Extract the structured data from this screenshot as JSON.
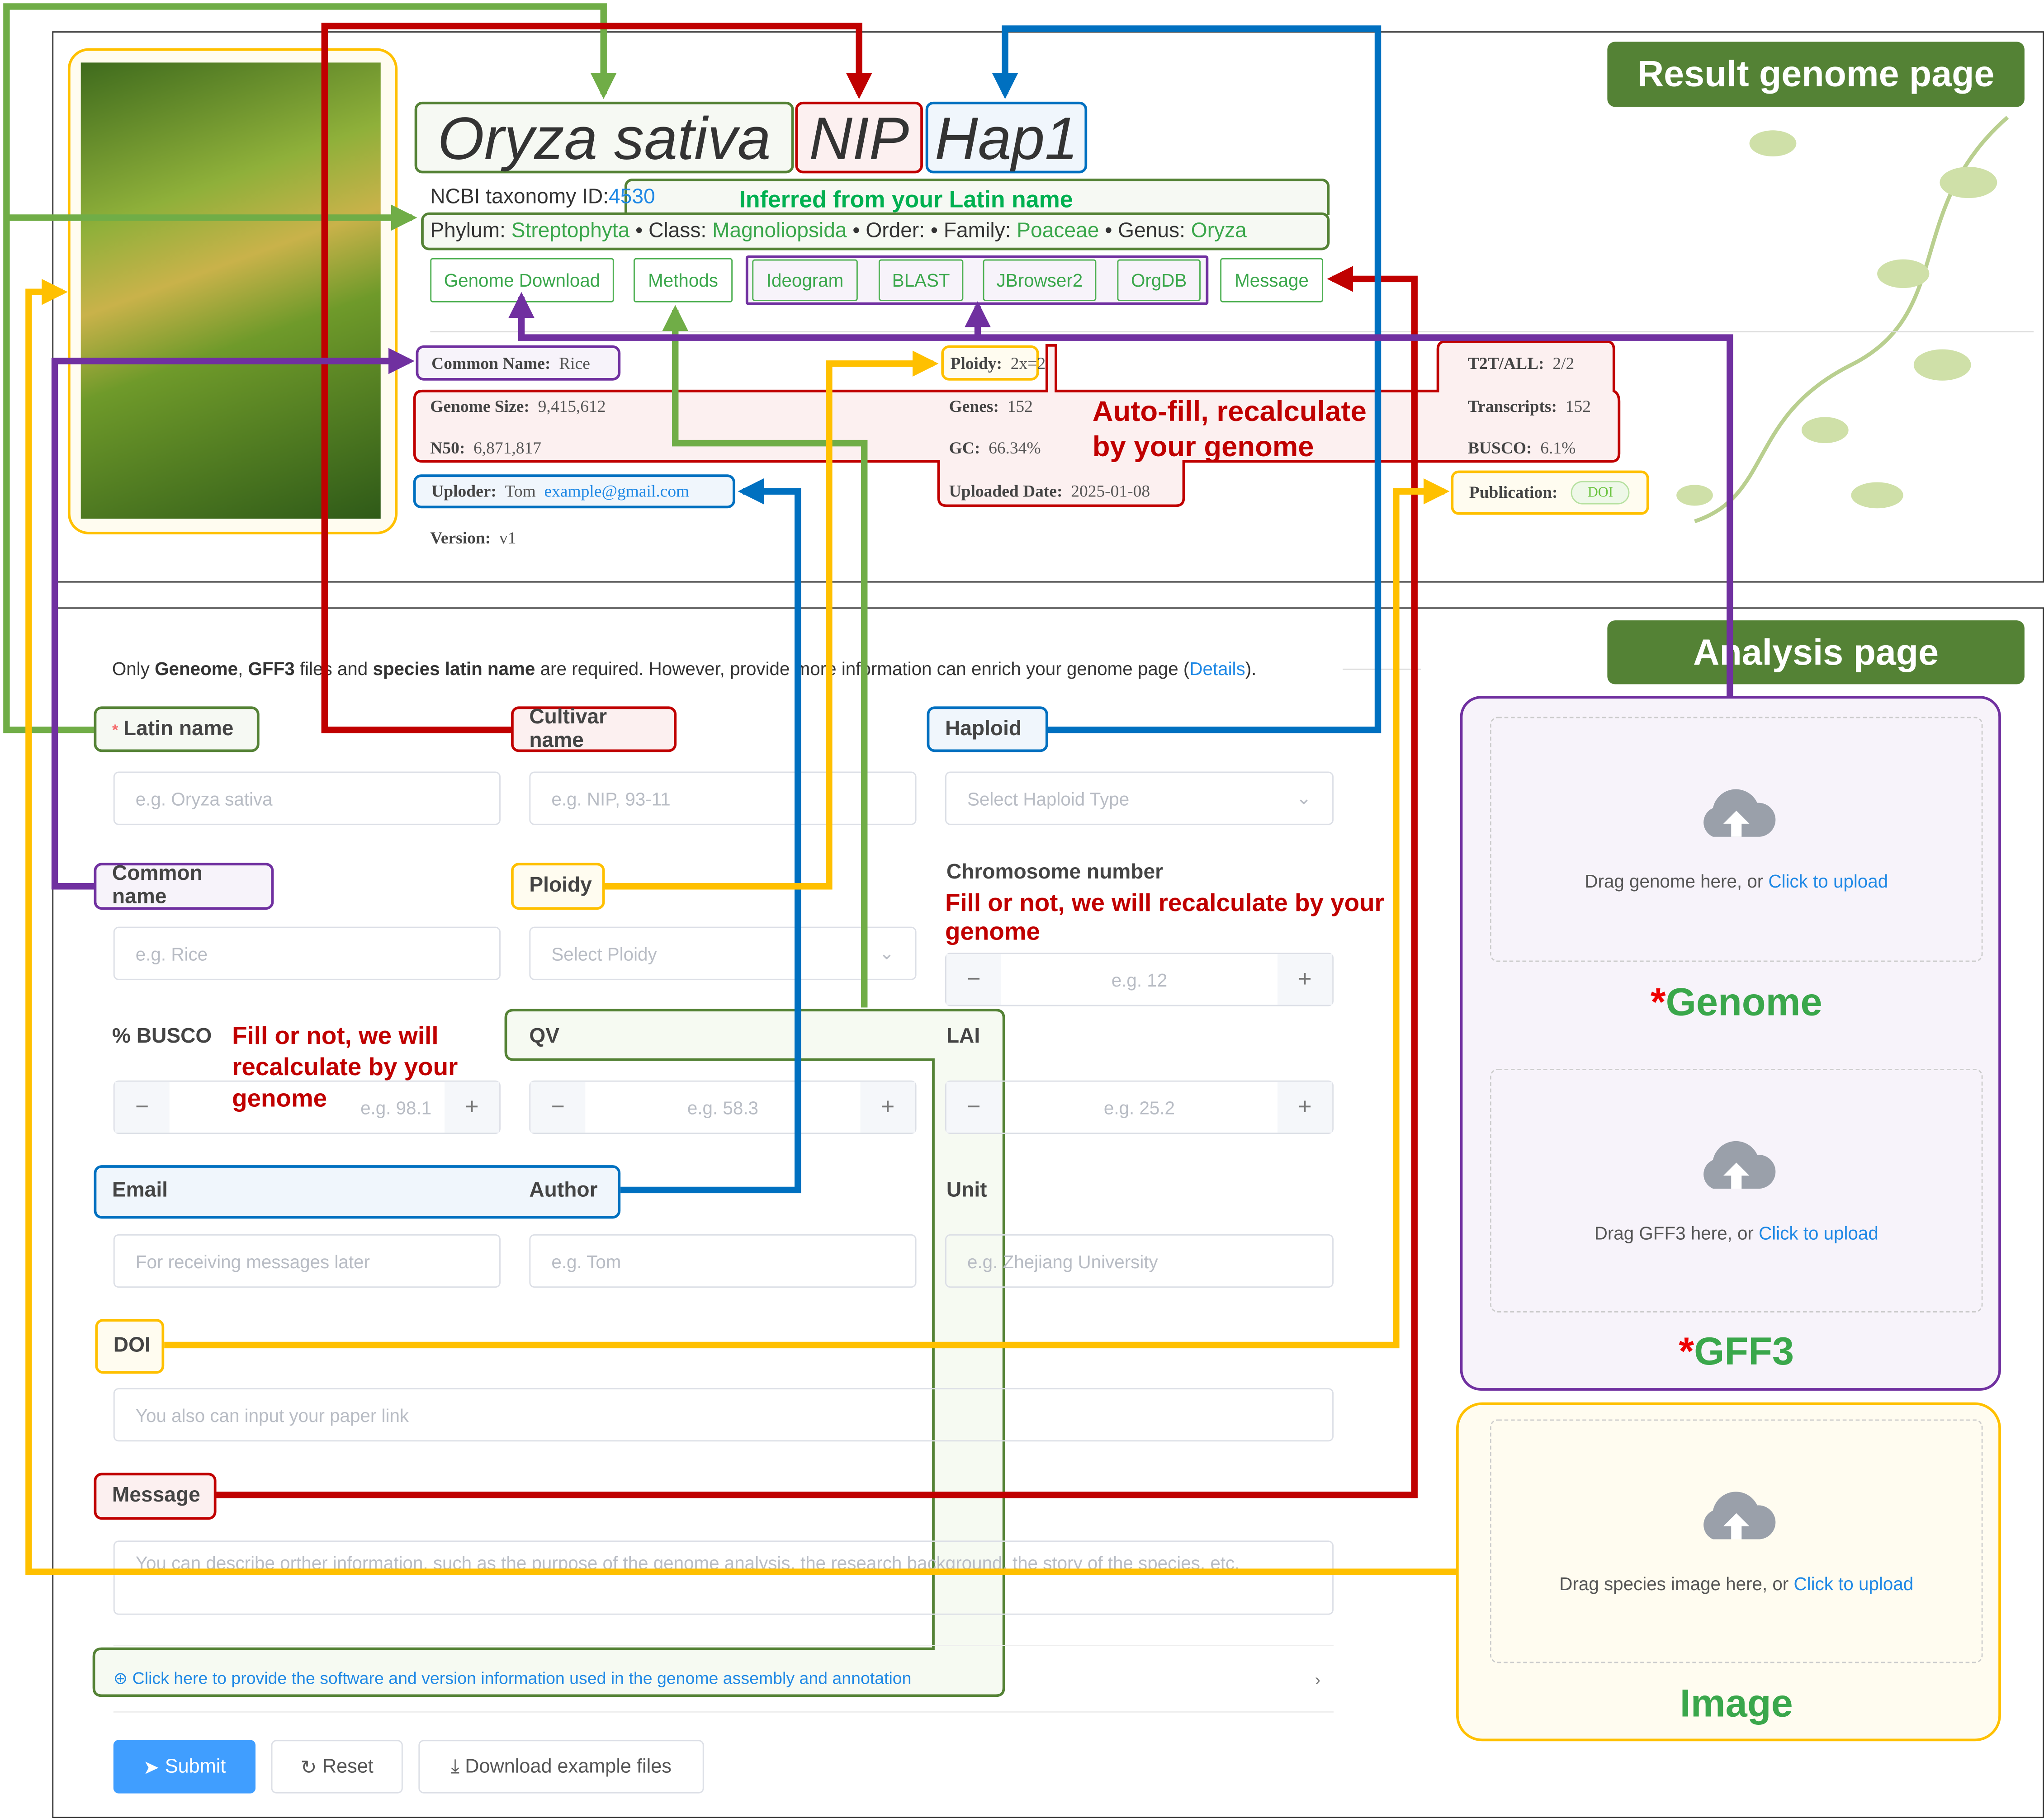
{
  "colors": {
    "green": "#70ad47",
    "red": "#c00000",
    "blue": "#0070c0",
    "purple": "#7030a0",
    "yellow": "#ffc000",
    "badge": "#548235"
  },
  "result": {
    "badge": "Result genome page",
    "title": {
      "latin": "Oryza sativa",
      "cultivar": "NIP",
      "haploid": "Hap1"
    },
    "ncbi_label": "NCBI taxonomy ID:",
    "ncbi_id": "4530",
    "inferred_note": "Inferred from your Latin name",
    "taxonomy": {
      "phylum_label": "Phylum:",
      "phylum": "Streptophyta",
      "class_label": "• Class:",
      "class": "Magnoliopsida",
      "order_label": "• Order: • Family:",
      "family": "Poaceae",
      "genus_label": "• Genus:",
      "genus": "Oryza"
    },
    "buttons": [
      "Genome Download",
      "Methods",
      "Ideogram",
      "BLAST",
      "JBrowser2",
      "OrgDB",
      "Message"
    ],
    "info": {
      "common_name": {
        "label": "Common Name:",
        "value": "Rice"
      },
      "ploidy": {
        "label": "Ploidy:",
        "value": "2x=2"
      },
      "t2t": {
        "label": "T2T/ALL:",
        "value": "2/2"
      },
      "genome_size": {
        "label": "Genome Size:",
        "value": "9,415,612"
      },
      "genes": {
        "label": "Genes:",
        "value": "152"
      },
      "transcripts": {
        "label": "Transcripts:",
        "value": "152"
      },
      "n50": {
        "label": "N50:",
        "value": "6,871,817"
      },
      "gc": {
        "label": "GC:",
        "value": "66.34%"
      },
      "busco": {
        "label": "BUSCO:",
        "value": "6.1%"
      },
      "uploader": {
        "label": "Uploder:",
        "name": "Tom",
        "email": "example@gmail.com"
      },
      "uploaded_date": {
        "label": "Uploaded Date:",
        "value": "2025-01-08"
      },
      "publication": {
        "label": "Publication:",
        "value": "DOI"
      },
      "version": {
        "label": "Version:",
        "value": "v1"
      }
    },
    "autofill_note": [
      "Auto-fill, recalculate",
      "by your genome"
    ]
  },
  "analysis": {
    "badge": "Analysis page",
    "intro": {
      "t1": "Only ",
      "b1": "Geneome",
      "t2": ", ",
      "b2": "GFF3",
      "t3": " files and ",
      "b3": "species latin name",
      "t4": " are required. However, provide more information can enrich your genome page (",
      "link": "Details",
      "t5": ")."
    },
    "fields": {
      "latin": {
        "label": "Latin name",
        "required": "*",
        "placeholder": "e.g. Oryza sativa"
      },
      "cultivar": {
        "label": "Cultivar name",
        "placeholder": "e.g. NIP, 93-11"
      },
      "haploid": {
        "label": "Haploid",
        "placeholder": "Select Haploid Type"
      },
      "common": {
        "label": "Common name",
        "placeholder": "e.g. Rice"
      },
      "ploidy": {
        "label": "Ploidy",
        "placeholder": "Select Ploidy"
      },
      "chromosome": {
        "label": "Chromosome number",
        "placeholder": "e.g. 12"
      },
      "busco": {
        "label": "% BUSCO",
        "placeholder": "e.g. 98.1"
      },
      "qv": {
        "label": "QV",
        "placeholder": "e.g. 58.3"
      },
      "lai": {
        "label": "LAI",
        "placeholder": "e.g. 25.2"
      },
      "email": {
        "label": "Email",
        "placeholder": "For receiving messages later"
      },
      "author": {
        "label": "Author",
        "placeholder": "e.g. Tom"
      },
      "unit": {
        "label": "Unit",
        "placeholder": "e.g. Zhejiang University"
      },
      "doi": {
        "label": "DOI",
        "placeholder": "You also can input your paper link"
      },
      "message": {
        "label": "Message",
        "placeholder": "You can describe orther information, such as the purpose of the genome analysis, the research background, the story of the species, etc."
      }
    },
    "recalc_note": "Fill or not, we will recalculate by your genome",
    "software_link": "Click here to provide the software and version information used in the genome assembly and annotation",
    "stepper": {
      "minus": "−",
      "plus": "+"
    },
    "buttons": {
      "submit": "Submit",
      "reset": "Reset",
      "download": "Download example files"
    },
    "uploads": {
      "genome": {
        "text": "Drag genome here, or ",
        "link": "Click to upload",
        "title": "Genome",
        "required": "*"
      },
      "gff3": {
        "text": "Drag GFF3 here, or ",
        "link": "Click to upload",
        "title": "GFF3",
        "required": "*"
      },
      "image": {
        "text": "Drag species image here, or ",
        "link": "Click to upload",
        "title": "Image"
      }
    }
  }
}
